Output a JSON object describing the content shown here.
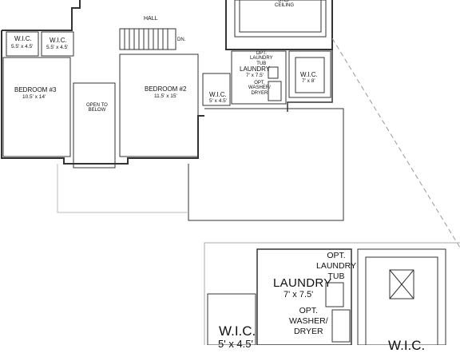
{
  "top_plan": {
    "hall_label": "HALL",
    "dn_label": "DN.",
    "step_ceiling_label": "STEP\nCEILING",
    "rooms": [
      {
        "name": "W.I.C.",
        "dims": "5.5' x 4.5'"
      },
      {
        "name": "W.I.C.",
        "dims": "5.5' x 4.5'"
      },
      {
        "name": "BEDROOM #3",
        "dims": "10.5' x 14'"
      },
      {
        "name": "OPEN TO\nBELOW",
        "dims": ""
      },
      {
        "name": "BEDROOM #2",
        "dims": "11.5' x 15'"
      },
      {
        "name": "W.I.C.",
        "dims": "5' x 4.5'"
      },
      {
        "name": "LAUNDRY",
        "dims": "7' x 7.5'"
      },
      {
        "name": "W.I.C.",
        "dims": "7' x 8'"
      }
    ],
    "opt_tub": "OPT.\nLAUNDRY\nTUB",
    "opt_washer": "OPT.\nWASHER/\nDRYER"
  },
  "zoom_plan": {
    "opt_tub": "OPT.\nLAUNDRY\nTUB",
    "laundry_name": "LAUNDRY",
    "laundry_dims": "7' x 7.5'",
    "opt_washer": "OPT.\nWASHER/\nDRYER",
    "wic_name": "W.I.C.",
    "wic_dims": "5' x 4.5'",
    "wic2_name": "W.I.C."
  }
}
